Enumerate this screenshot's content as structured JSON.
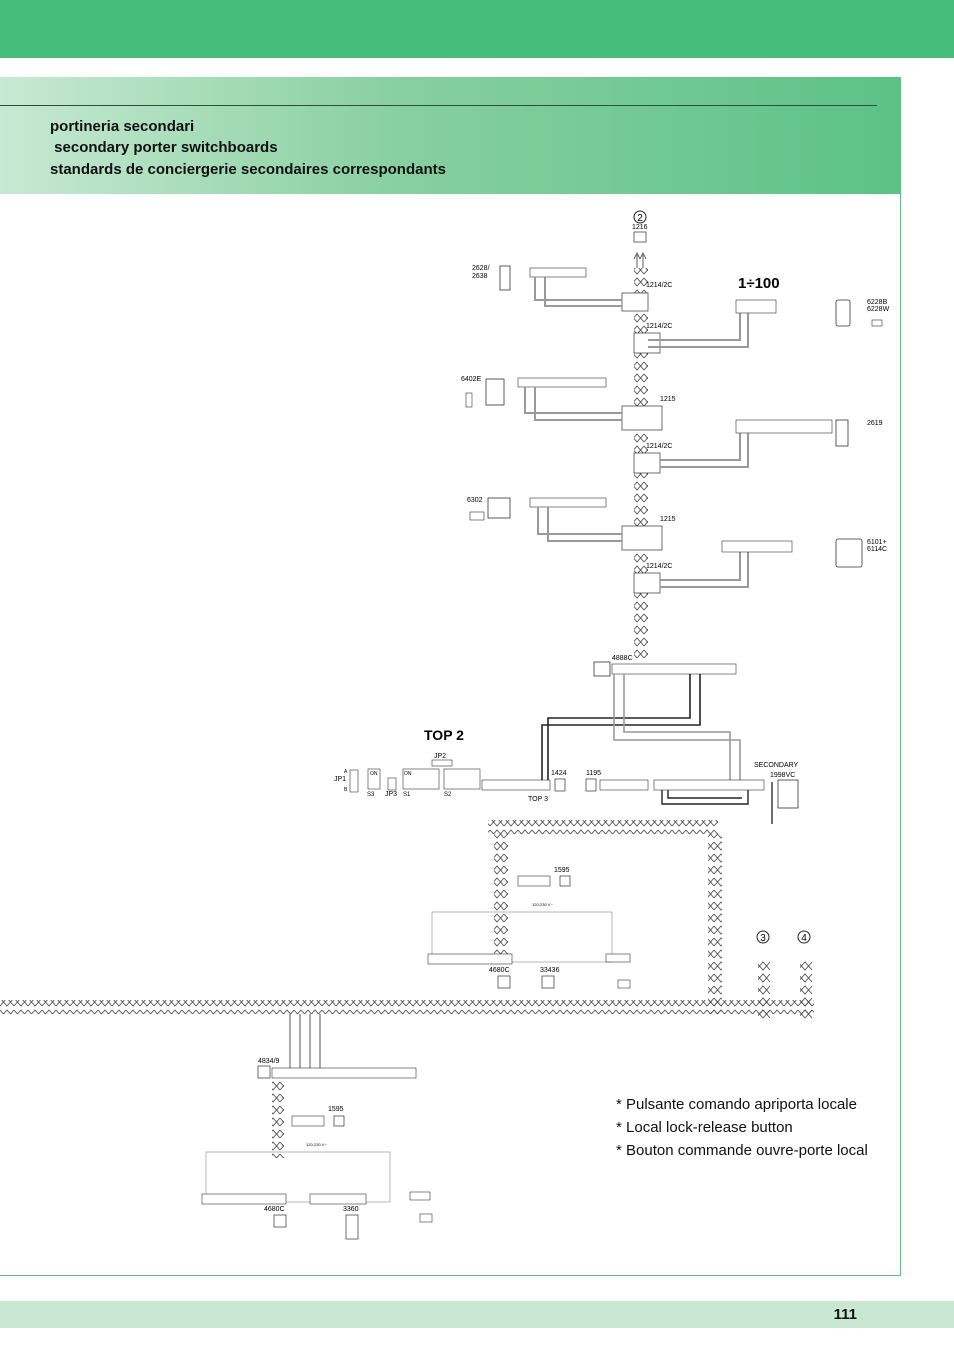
{
  "header": {
    "title_it": "portineria secondari",
    "title_en": " secondary porter switchboards",
    "title_fr": "standards de conciergerie secondaires correspondants"
  },
  "diagram": {
    "circle_2": "2",
    "circle_3": "3",
    "circle_4": "4",
    "range_label": "1÷100",
    "top2": "TOP 2",
    "top3": "TOP 3",
    "secondary": "SECONDARY",
    "labels": {
      "l1216": "1216",
      "l2628a": "2628/",
      "l2638": "2638",
      "l1214a": "1214/2C",
      "l1214b": "1214/2C",
      "l6228b": "6228B",
      "l6228w": "6228W",
      "l6402e": "6402E",
      "l1215a": "1215",
      "l1214c": "1214/2C",
      "l2619": "2619",
      "l6302": "6302",
      "l1215b": "1215",
      "l1214d": "1214/2C",
      "l6101": "6101+",
      "l6114c": "6114C",
      "l4888c": "4888C",
      "lJP1": "JP1",
      "lJP2": "JP2",
      "lJP3": "JP3",
      "lS1": "S1",
      "lS2": "S2",
      "lS3": "S3",
      "lON1": "ON",
      "lON2": "ON",
      "lA": "A",
      "lB": "B",
      "l1424": "1424",
      "l1195": "1195",
      "l1998vc": "1998VC",
      "l1595a": "1595",
      "lv1": "120-230 V~",
      "l4680ca": "4680C",
      "l33436": "33436",
      "l4834": "4834/9",
      "l1595b": "1595",
      "lv2": "120-230 V~",
      "l4680cb": "4680C",
      "l3360": "3360"
    }
  },
  "notes": {
    "it": "* Pulsante comando apriporta locale",
    "en": "* Local lock-release button",
    "fr": "* Bouton commande ouvre-porte local"
  },
  "footer": {
    "page_number": "111"
  }
}
